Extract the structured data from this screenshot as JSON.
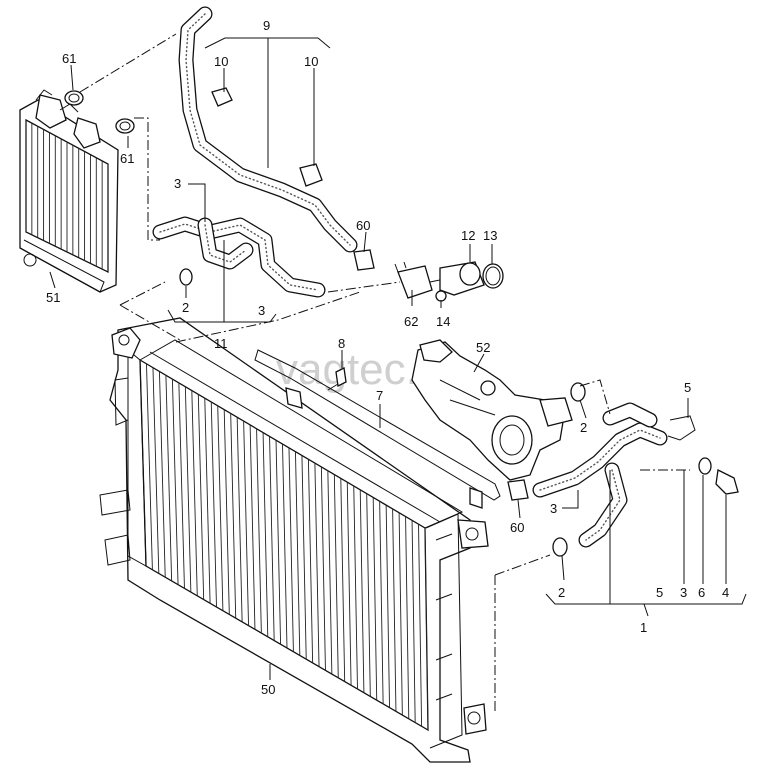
{
  "watermark": "vagtec.ru",
  "labels": [
    {
      "id": "l61a",
      "text": "61"
    },
    {
      "id": "l9",
      "text": "9"
    },
    {
      "id": "l10a",
      "text": "10"
    },
    {
      "id": "l10b",
      "text": "10"
    },
    {
      "id": "l61b",
      "text": "61"
    },
    {
      "id": "l3a",
      "text": "3"
    },
    {
      "id": "l60a",
      "text": "60"
    },
    {
      "id": "l12",
      "text": "12"
    },
    {
      "id": "l13",
      "text": "13"
    },
    {
      "id": "l51",
      "text": "51"
    },
    {
      "id": "l2a",
      "text": "2"
    },
    {
      "id": "l3b",
      "text": "3"
    },
    {
      "id": "l11",
      "text": "11"
    },
    {
      "id": "l62",
      "text": "62"
    },
    {
      "id": "l14",
      "text": "14"
    },
    {
      "id": "l8",
      "text": "8"
    },
    {
      "id": "l52",
      "text": "52"
    },
    {
      "id": "l5a",
      "text": "5"
    },
    {
      "id": "l7",
      "text": "7"
    },
    {
      "id": "l2b",
      "text": "2"
    },
    {
      "id": "l3c",
      "text": "3"
    },
    {
      "id": "l60b",
      "text": "60"
    },
    {
      "id": "l2c",
      "text": "2"
    },
    {
      "id": "l5b",
      "text": "5"
    },
    {
      "id": "l3d",
      "text": "3"
    },
    {
      "id": "l6",
      "text": "6"
    },
    {
      "id": "l4",
      "text": "4"
    },
    {
      "id": "l1",
      "text": "1"
    },
    {
      "id": "l50",
      "text": "50"
    }
  ]
}
